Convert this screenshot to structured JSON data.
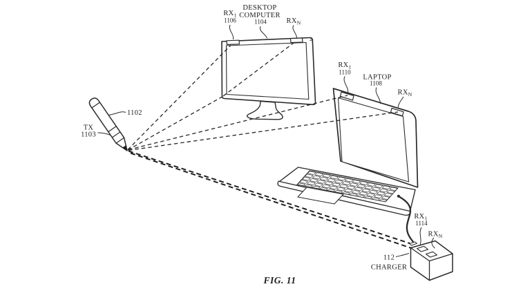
{
  "figure_caption": "FIG. 11",
  "colors": {
    "ink": "#2a2a2a",
    "background": "#ffffff"
  },
  "stylus": {
    "body_ref": "1102",
    "tx_label": "TX",
    "tx_ref": "1103"
  },
  "desktop_computer": {
    "rx1_main": "RX",
    "rx1_sub": "1",
    "rx1_ref": "1106",
    "name_line1": "DESKTOP",
    "name_line2": "COMPUTER",
    "name_ref": "1104",
    "rxn_main": "RX",
    "rxn_sub": "N"
  },
  "laptop": {
    "rx1_main": "RX",
    "rx1_sub": "1",
    "rx1_ref": "1110",
    "name": "LAPTOP",
    "name_ref": "1108",
    "rxn_main": "RX",
    "rxn_sub": "N"
  },
  "charger": {
    "rx1_main": "RX",
    "rx1_sub": "1",
    "rx1_ref": "1114",
    "rxn_main": "RX",
    "rxn_sub": "N",
    "name_ref": "112",
    "name": "CHARGER"
  }
}
